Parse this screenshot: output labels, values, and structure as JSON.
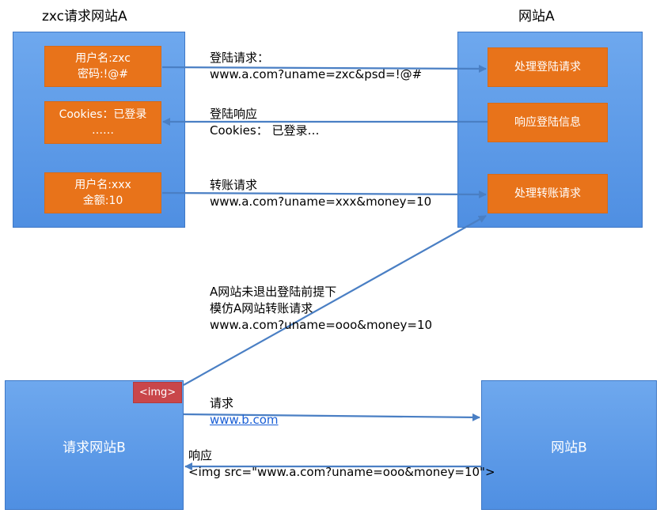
{
  "site_a_client": {
    "title": "zxc请求网站A",
    "login_box": [
      "用户名:zxc",
      "密码:!@#"
    ],
    "cookies_box": [
      "Cookies：已登录",
      "……"
    ],
    "transfer_box": [
      "用户名:xxx",
      "金额:10"
    ]
  },
  "site_a_server": {
    "title": "网站A",
    "handle_login": "处理登陆请求",
    "login_response": "响应登陆信息",
    "handle_transfer": "处理转账请求"
  },
  "messages": {
    "login_request": [
      "登陆请求：",
      "www.a.com?uname=zxc&psd=!@#"
    ],
    "login_response": [
      "登陆响应",
      "Cookies： 已登录…"
    ],
    "transfer_request": [
      "转账请求",
      "www.a.com?uname=xxx&money=10"
    ],
    "forged_request": [
      "A网站未退出登陆前提下",
      "模仿A网站转账请求",
      "www.a.com?uname=ooo&money=10"
    ],
    "request_b_label": "请求",
    "request_b_link": "www.b.com",
    "response_b": [
      "响应",
      "<img src=\"www.a.com?uname=ooo&money=10\">"
    ]
  },
  "site_b_client": {
    "label": "请求网站B",
    "img_tag": "<img>"
  },
  "site_b_server": {
    "label": "网站B"
  },
  "colors": {
    "site_blue": "#5b9be8",
    "box_orange": "#e8731a",
    "tag_red": "#c9464a",
    "arrow_blue": "#4a7fc4",
    "link_blue": "#1a5fd6"
  }
}
